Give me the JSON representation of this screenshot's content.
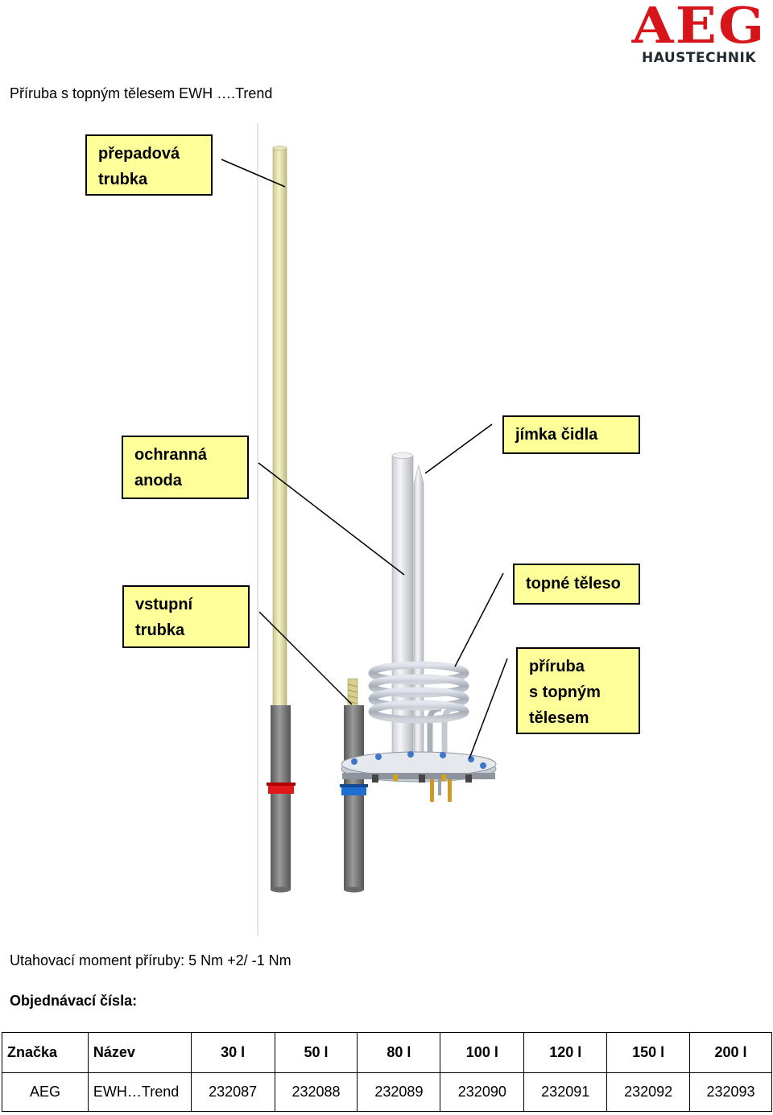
{
  "logo": {
    "brand": "AEG",
    "subtitle": "HAUSTECHNIK",
    "color": "#d7141a"
  },
  "document_title": "Příruba s topným tělesem EWH ….Trend",
  "callouts": {
    "overflow_pipe": [
      "přepadová",
      "trubka"
    ],
    "protective_anode": [
      "ochranná",
      "anoda"
    ],
    "inlet_pipe": [
      "vstupní",
      "trubka"
    ],
    "sensor_well": [
      "jímka čidla"
    ],
    "heating_element": [
      "topné těleso"
    ],
    "flange": [
      "příruba",
      "s topným",
      "tělesem"
    ],
    "fill_color": "#ffff99"
  },
  "torque_text": "Utahovací moment příruby: 5 Nm +2/ -1 Nm",
  "order_heading": "Objednávací čísla:",
  "order_table": {
    "headers": [
      "Značka",
      "Název",
      "30 l",
      "50 l",
      "80 l",
      "100 l",
      "120 l",
      "150 l",
      "200 l"
    ],
    "rows": [
      [
        "AEG",
        "EWH…Trend",
        "232087",
        "232088",
        "232089",
        "232090",
        "232091",
        "232092",
        "232093"
      ]
    ]
  }
}
